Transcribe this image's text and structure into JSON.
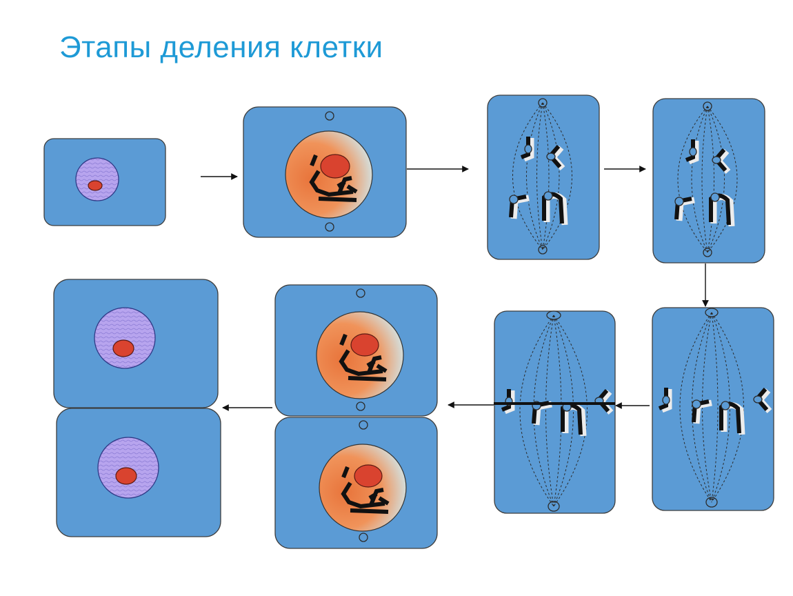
{
  "title": "Этапы деления клетки",
  "colors": {
    "title": "#1e9ad6",
    "cytoplasm": "#5b9bd5",
    "interphase_nucleus": "#b7a4ee",
    "prophase_nucleus_core": "#e8743b",
    "prophase_nucleus_rim": "#cfe9ef",
    "nucleolus": "#d9432f",
    "chromosome": "#111111"
  },
  "stages_in_order": [
    "interphase-cell",
    "prophase-cell",
    "prometaphase-cell-1",
    "prometaphase-cell-2",
    "metaphase-cell",
    "anaphase-cell",
    "telophase-cells",
    "daughter-cells"
  ]
}
